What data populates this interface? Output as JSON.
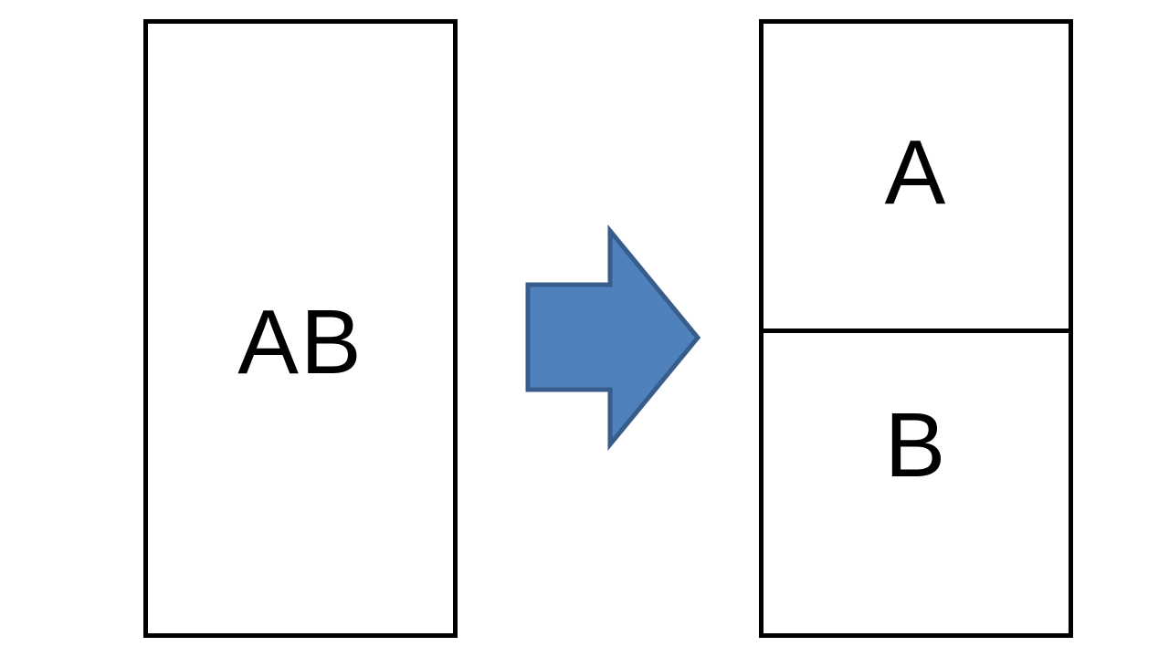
{
  "diagram": {
    "before": {
      "label": "AB"
    },
    "after": {
      "top_label": "A",
      "bottom_label": "B"
    },
    "arrow": {
      "icon": "right-arrow-icon",
      "fill": "#4f81bd",
      "stroke": "#385d8a"
    },
    "colors": {
      "border": "#000000",
      "background": "#ffffff"
    }
  }
}
